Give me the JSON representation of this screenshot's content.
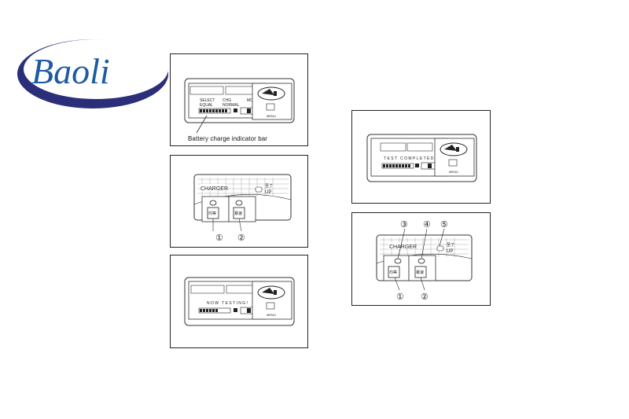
{
  "brand": {
    "name": "Baoli"
  },
  "panel1": {
    "select_label": "SELECT",
    "equal_label": "EQUAL",
    "chg_label": "CHG",
    "normal_label": "NORMAL",
    "mode_label": "MODE",
    "menu_label": "MENU",
    "caption": "Battery charge indicator bar"
  },
  "panel2": {
    "charger_label": "CHARGER",
    "up_label": "UP",
    "up_cjk": "至了",
    "btn1_text": "均等",
    "btn2_text": "暴速",
    "callout1": "①",
    "callout2": "②"
  },
  "panel3": {
    "status_text": "NOW TESTING!",
    "menu_label": "MENU"
  },
  "panel4": {
    "status_text": "TEST COMPLETED",
    "menu_label": "MENU"
  },
  "panel5": {
    "charger_label": "CHARGER",
    "up_label": "UP",
    "up_cjk": "至了",
    "btn1_text": "均等",
    "btn2_text": "暴速",
    "callout1": "①",
    "callout2": "②",
    "callout3": "③",
    "callout4": "④",
    "callout5": "⑤"
  }
}
